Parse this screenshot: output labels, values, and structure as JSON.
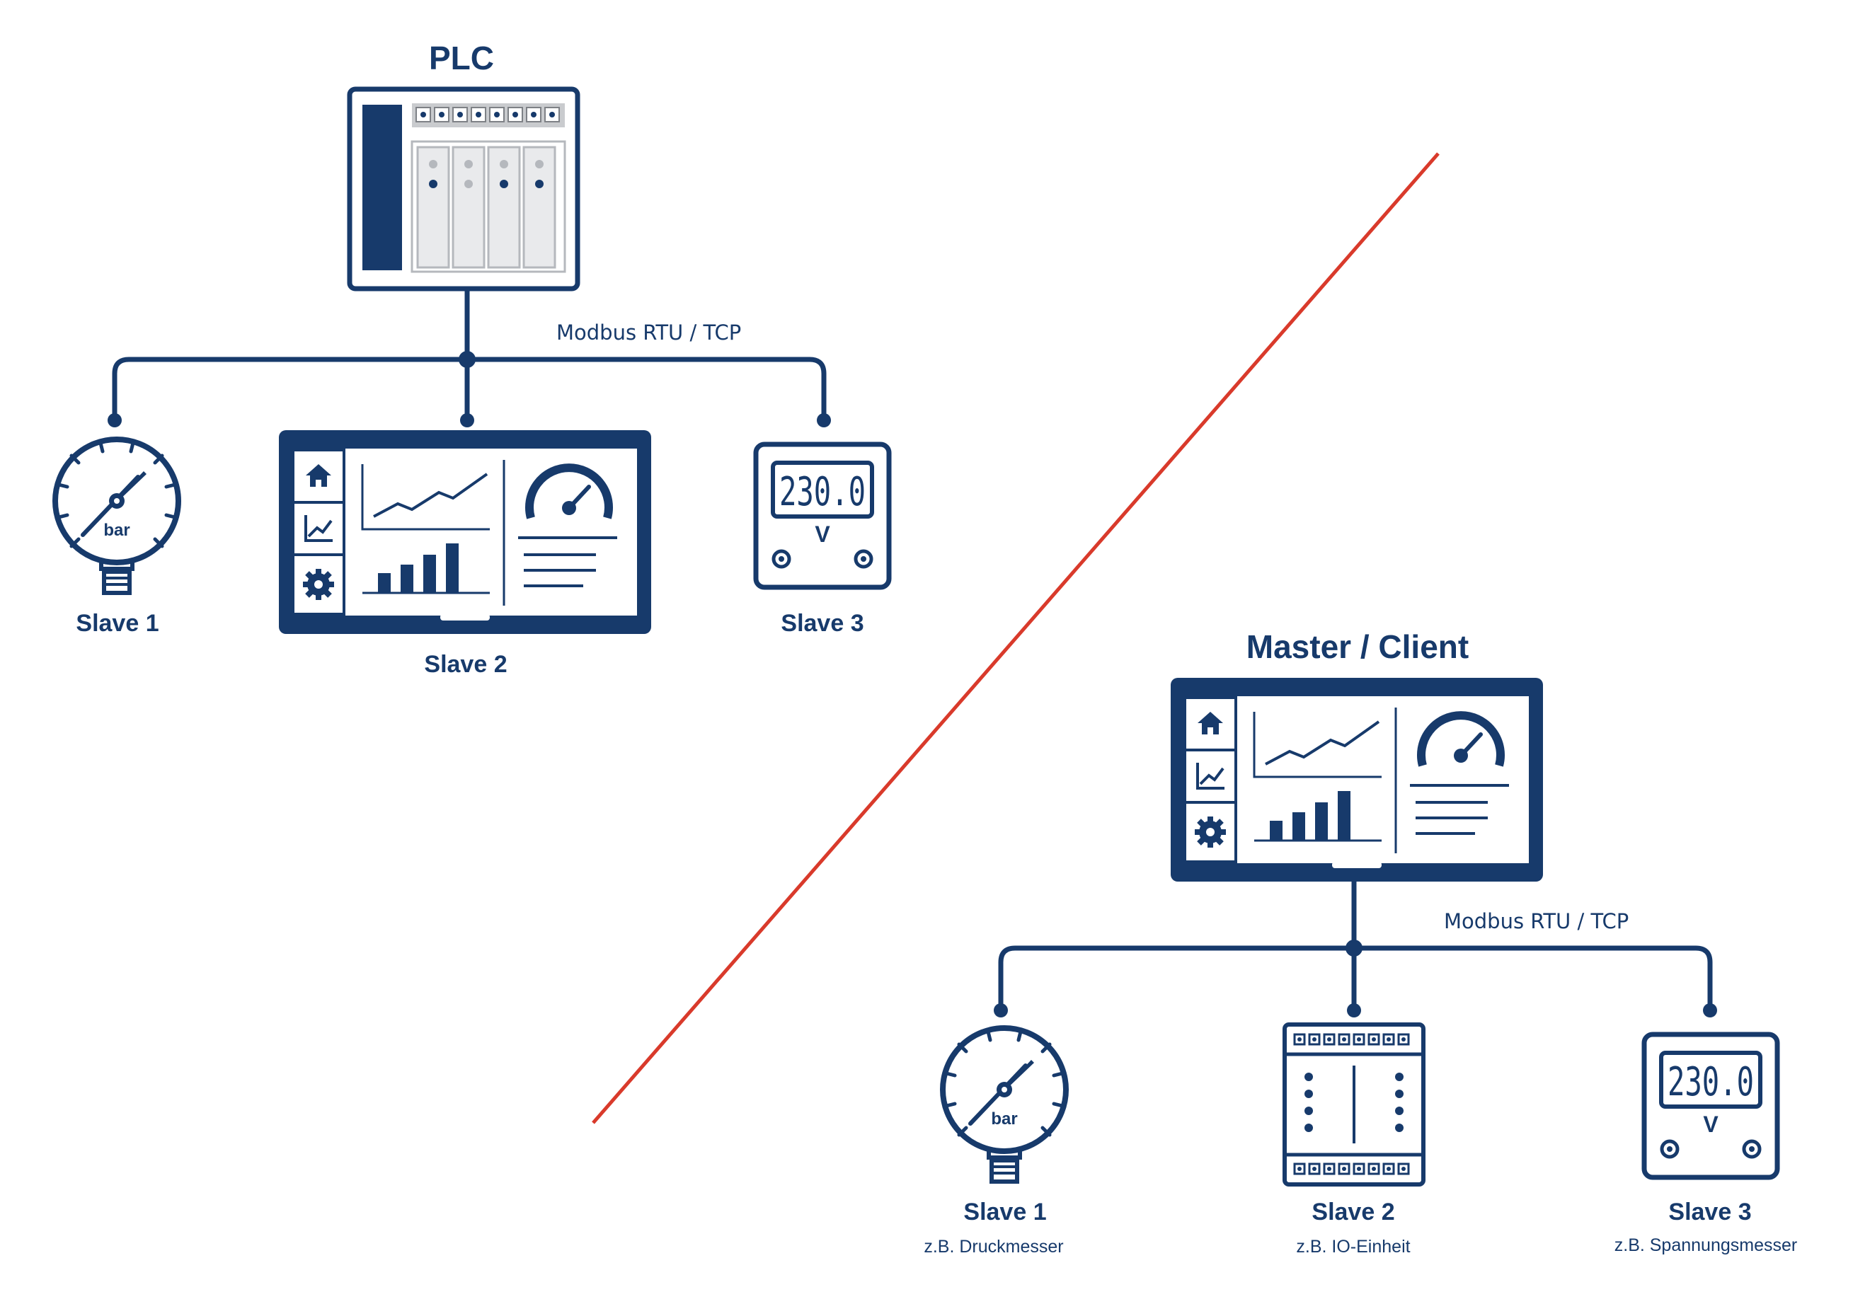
{
  "top": {
    "master_title": "PLC",
    "bus_label": "Modbus  RTU / TCP",
    "slaves": [
      {
        "label": "Slave 1"
      },
      {
        "label": "Slave 2"
      },
      {
        "label": "Slave 3"
      }
    ]
  },
  "bottom": {
    "master_title": "Master / Client",
    "bus_label": "Modbus  RTU / TCP",
    "slaves": [
      {
        "label": "Slave 1",
        "sub": "z.B. Druckmesser"
      },
      {
        "label": "Slave 2",
        "sub": "z.B. IO-Einheit"
      },
      {
        "label": "Slave 3",
        "sub": "z.B. Spannungsmesser"
      }
    ]
  },
  "devices": {
    "gauge_unit": "bar",
    "meter_value": "230.0",
    "meter_unit": "V"
  },
  "colors": {
    "primary": "#173a6b",
    "divider": "#d93a2b",
    "module_fill": "#e9eaec",
    "module_stroke": "#b5b8bd"
  }
}
